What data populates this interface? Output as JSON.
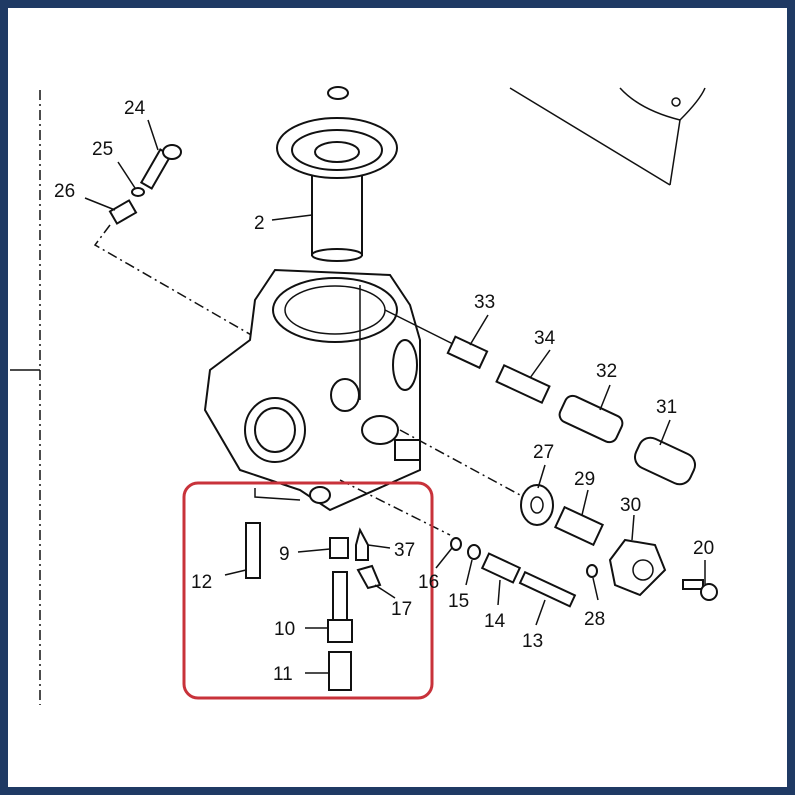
{
  "diagram": {
    "title": "Carburetor exploded parts diagram",
    "highlight_color": "#c8323a",
    "frame_color": "#1f3a64",
    "part_labels": [
      "24",
      "25",
      "26",
      "2",
      "33",
      "34",
      "32",
      "31",
      "27",
      "29",
      "30",
      "20",
      "9",
      "37",
      "12",
      "16",
      "15",
      "17",
      "14",
      "13",
      "28",
      "10",
      "11"
    ]
  }
}
